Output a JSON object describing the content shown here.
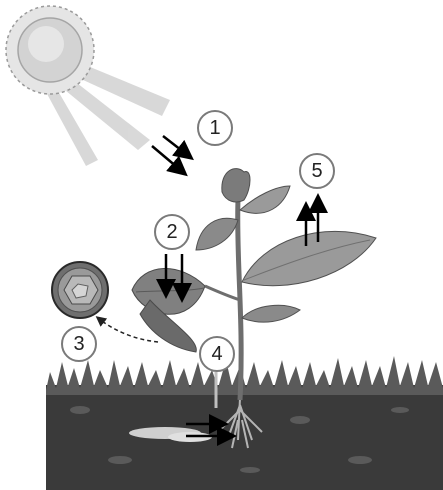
{
  "markers": [
    {
      "id": "1",
      "label": "1"
    },
    {
      "id": "2",
      "label": "2"
    },
    {
      "id": "3",
      "label": "3"
    },
    {
      "id": "4",
      "label": "4"
    },
    {
      "id": "5",
      "label": "5"
    }
  ],
  "colors": {
    "background": "#ffffff",
    "sun": "#d9d9d9",
    "sun_rays": "#c8c8c8",
    "soil": "#3a3a3a",
    "grass": "#5a5a5a",
    "leaf": "#8f8f8f",
    "leaf_dark": "#5f5f5f",
    "stem": "#6e6e6e",
    "arrow": "#000000",
    "marker_ring": "#7a7a7a"
  },
  "icons": [
    "sun-icon",
    "plant-icon",
    "leaf-cell-icon",
    "roots-icon",
    "water-droplet-icon"
  ]
}
